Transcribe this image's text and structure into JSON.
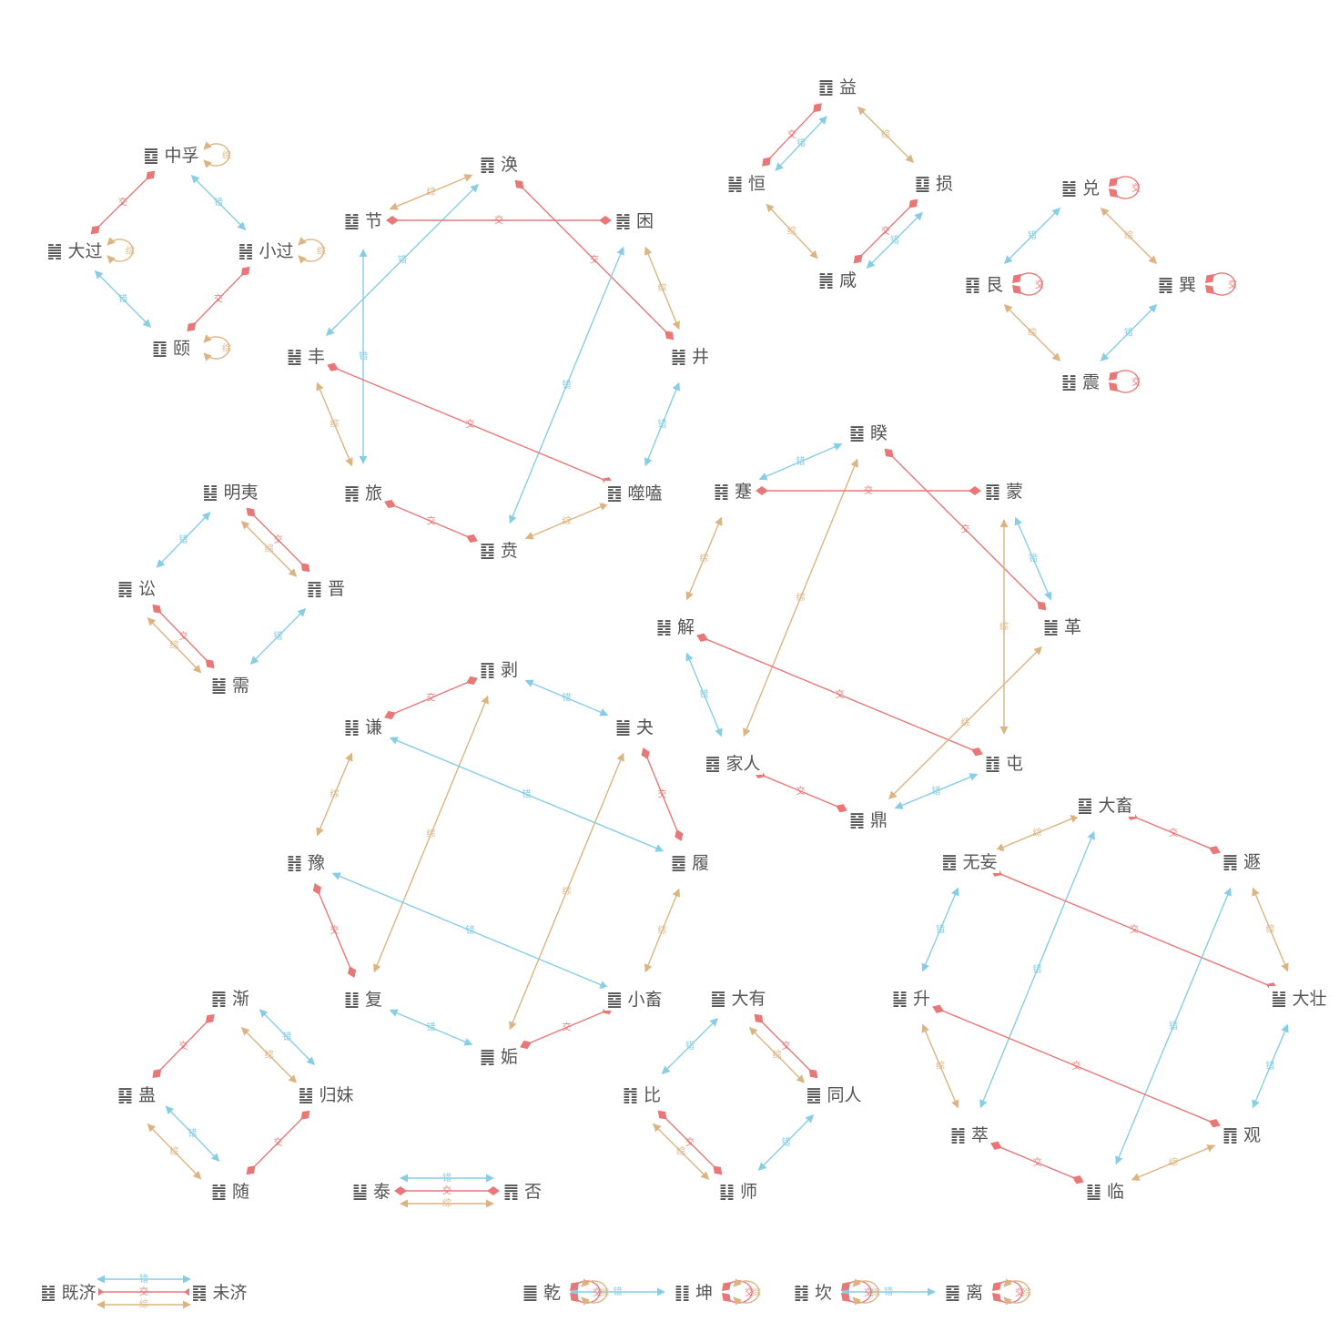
{
  "colors": {
    "cuo": "#87cde6",
    "zong": "#dcb482",
    "jiao": "#e87878",
    "node_text": "#555555",
    "background": "#ffffff"
  },
  "relation_labels": {
    "cuo": "错",
    "zong": "综",
    "jiao": "交"
  },
  "nodes": [
    {
      "id": "zhongfu",
      "symbol": "䷼",
      "name": "中孚"
    },
    {
      "id": "daguo",
      "symbol": "䷛",
      "name": "大过"
    },
    {
      "id": "xiaoguo",
      "symbol": "䷽",
      "name": "小过"
    },
    {
      "id": "yi_jaws",
      "symbol": "䷚",
      "name": "颐"
    },
    {
      "id": "huan",
      "symbol": "䷺",
      "name": "涣"
    },
    {
      "id": "jie",
      "symbol": "䷻",
      "name": "节"
    },
    {
      "id": "kun_trap",
      "symbol": "䷮",
      "name": "困"
    },
    {
      "id": "feng",
      "symbol": "䷶",
      "name": "丰"
    },
    {
      "id": "jing",
      "symbol": "䷯",
      "name": "井"
    },
    {
      "id": "lv",
      "symbol": "䷷",
      "name": "旅"
    },
    {
      "id": "shihe",
      "symbol": "䷔",
      "name": "噬嗑"
    },
    {
      "id": "bi_grace",
      "symbol": "䷕",
      "name": "贲"
    },
    {
      "id": "yi_increase",
      "symbol": "䷩",
      "name": "益"
    },
    {
      "id": "heng",
      "symbol": "䷟",
      "name": "恒"
    },
    {
      "id": "sun",
      "symbol": "䷨",
      "name": "损"
    },
    {
      "id": "xian",
      "symbol": "䷞",
      "name": "咸"
    },
    {
      "id": "dui",
      "symbol": "䷹",
      "name": "兑"
    },
    {
      "id": "gen",
      "symbol": "䷳",
      "name": "艮"
    },
    {
      "id": "xun",
      "symbol": "䷸",
      "name": "巽"
    },
    {
      "id": "zhen",
      "symbol": "䷲",
      "name": "震"
    },
    {
      "id": "mingyi",
      "symbol": "䷣",
      "name": "明夷"
    },
    {
      "id": "song",
      "symbol": "䷅",
      "name": "讼"
    },
    {
      "id": "jin",
      "symbol": "䷢",
      "name": "晋"
    },
    {
      "id": "xu",
      "symbol": "䷄",
      "name": "需"
    },
    {
      "id": "kui",
      "symbol": "䷥",
      "name": "睽"
    },
    {
      "id": "jian_obstr",
      "symbol": "䷦",
      "name": "蹇"
    },
    {
      "id": "meng",
      "symbol": "䷃",
      "name": "蒙"
    },
    {
      "id": "xie",
      "symbol": "䷧",
      "name": "解"
    },
    {
      "id": "ge",
      "symbol": "䷰",
      "name": "革"
    },
    {
      "id": "jiaren",
      "symbol": "䷤",
      "name": "家人"
    },
    {
      "id": "zhun",
      "symbol": "䷂",
      "name": "屯"
    },
    {
      "id": "ding",
      "symbol": "䷱",
      "name": "鼎"
    },
    {
      "id": "bo",
      "symbol": "䷖",
      "name": "剥"
    },
    {
      "id": "qian_modest",
      "symbol": "䷎",
      "name": "谦"
    },
    {
      "id": "guai",
      "symbol": "䷪",
      "name": "夬"
    },
    {
      "id": "yu",
      "symbol": "䷏",
      "name": "豫"
    },
    {
      "id": "lu",
      "symbol": "䷉",
      "name": "履"
    },
    {
      "id": "fu",
      "symbol": "䷗",
      "name": "复"
    },
    {
      "id": "xiaoxu",
      "symbol": "䷈",
      "name": "小畜"
    },
    {
      "id": "gou",
      "symbol": "䷫",
      "name": "姤"
    },
    {
      "id": "daxu",
      "symbol": "䷙",
      "name": "大畜"
    },
    {
      "id": "wuwang",
      "symbol": "䷘",
      "name": "无妄"
    },
    {
      "id": "dun",
      "symbol": "䷠",
      "name": "遯"
    },
    {
      "id": "sheng",
      "symbol": "䷭",
      "name": "升"
    },
    {
      "id": "dazhuang",
      "symbol": "䷡",
      "name": "大壮"
    },
    {
      "id": "cui",
      "symbol": "䷬",
      "name": "萃"
    },
    {
      "id": "guan",
      "symbol": "䷓",
      "name": "观"
    },
    {
      "id": "lin",
      "symbol": "䷒",
      "name": "临"
    },
    {
      "id": "jian_gradual",
      "symbol": "䷴",
      "name": "渐"
    },
    {
      "id": "gu",
      "symbol": "䷑",
      "name": "蛊"
    },
    {
      "id": "guimei",
      "symbol": "䷵",
      "name": "归妹"
    },
    {
      "id": "sui",
      "symbol": "䷐",
      "name": "随"
    },
    {
      "id": "tai",
      "symbol": "䷊",
      "name": "泰"
    },
    {
      "id": "pi",
      "symbol": "䷋",
      "name": "否"
    },
    {
      "id": "dayou",
      "symbol": "䷍",
      "name": "大有"
    },
    {
      "id": "bi_union",
      "symbol": "䷇",
      "name": "比"
    },
    {
      "id": "tongren",
      "symbol": "䷌",
      "name": "同人"
    },
    {
      "id": "shi",
      "symbol": "䷆",
      "name": "师"
    },
    {
      "id": "jiji",
      "symbol": "䷾",
      "name": "既济"
    },
    {
      "id": "weiji",
      "symbol": "䷿",
      "name": "未济"
    },
    {
      "id": "qian_heaven",
      "symbol": "䷀",
      "name": "乾"
    },
    {
      "id": "kun_earth",
      "symbol": "䷁",
      "name": "坤"
    },
    {
      "id": "kan",
      "symbol": "䷜",
      "name": "坎"
    },
    {
      "id": "li",
      "symbol": "䷝",
      "name": "离"
    }
  ],
  "edges": [
    {
      "from": "zhongfu",
      "to": "daguo",
      "type": "jiao"
    },
    {
      "from": "zhongfu",
      "to": "xiaoguo",
      "type": "cuo"
    },
    {
      "from": "daguo",
      "to": "yi_jaws",
      "type": "cuo"
    },
    {
      "from": "xiaoguo",
      "to": "yi_jaws",
      "type": "jiao"
    },
    {
      "from": "huan",
      "to": "jie",
      "type": "zong"
    },
    {
      "from": "huan",
      "to": "feng",
      "type": "cuo"
    },
    {
      "from": "huan",
      "to": "jing",
      "type": "jiao"
    },
    {
      "from": "jie",
      "to": "kun_trap",
      "type": "jiao"
    },
    {
      "from": "jie",
      "to": "lv",
      "type": "cuo"
    },
    {
      "from": "kun_trap",
      "to": "jing",
      "type": "zong"
    },
    {
      "from": "kun_trap",
      "to": "bi_grace",
      "type": "cuo"
    },
    {
      "from": "feng",
      "to": "lv",
      "type": "zong"
    },
    {
      "from": "feng",
      "to": "shihe",
      "type": "jiao"
    },
    {
      "from": "jing",
      "to": "shihe",
      "type": "cuo"
    },
    {
      "from": "lv",
      "to": "bi_grace",
      "type": "jiao"
    },
    {
      "from": "shihe",
      "to": "bi_grace",
      "type": "zong"
    },
    {
      "from": "yi_increase",
      "to": "heng",
      "type": "cuo"
    },
    {
      "from": "yi_increase",
      "to": "heng",
      "type": "jiao"
    },
    {
      "from": "yi_increase",
      "to": "sun",
      "type": "zong"
    },
    {
      "from": "heng",
      "to": "xian",
      "type": "zong"
    },
    {
      "from": "sun",
      "to": "xian",
      "type": "cuo"
    },
    {
      "from": "sun",
      "to": "xian",
      "type": "jiao"
    },
    {
      "from": "dui",
      "to": "gen",
      "type": "cuo"
    },
    {
      "from": "dui",
      "to": "xun",
      "type": "zong"
    },
    {
      "from": "gen",
      "to": "zhen",
      "type": "zong"
    },
    {
      "from": "xun",
      "to": "zhen",
      "type": "cuo"
    },
    {
      "from": "mingyi",
      "to": "song",
      "type": "cuo"
    },
    {
      "from": "mingyi",
      "to": "jin",
      "type": "zong"
    },
    {
      "from": "mingyi",
      "to": "jin",
      "type": "jiao"
    },
    {
      "from": "song",
      "to": "xu",
      "type": "zong"
    },
    {
      "from": "song",
      "to": "xu",
      "type": "jiao"
    },
    {
      "from": "jin",
      "to": "xu",
      "type": "cuo"
    },
    {
      "from": "kui",
      "to": "jian_obstr",
      "type": "cuo"
    },
    {
      "from": "kui",
      "to": "ge",
      "type": "jiao"
    },
    {
      "from": "kui",
      "to": "jiaren",
      "type": "zong"
    },
    {
      "from": "jian_obstr",
      "to": "meng",
      "type": "jiao"
    },
    {
      "from": "jian_obstr",
      "to": "xie",
      "type": "zong"
    },
    {
      "from": "meng",
      "to": "ge",
      "type": "cuo"
    },
    {
      "from": "meng",
      "to": "zhun",
      "type": "zong"
    },
    {
      "from": "xie",
      "to": "jiaren",
      "type": "cuo"
    },
    {
      "from": "xie",
      "to": "zhun",
      "type": "jiao"
    },
    {
      "from": "ge",
      "to": "ding",
      "type": "zong"
    },
    {
      "from": "jiaren",
      "to": "ding",
      "type": "jiao"
    },
    {
      "from": "zhun",
      "to": "ding",
      "type": "cuo"
    },
    {
      "from": "bo",
      "to": "qian_modest",
      "type": "jiao"
    },
    {
      "from": "bo",
      "to": "guai",
      "type": "cuo"
    },
    {
      "from": "bo",
      "to": "fu",
      "type": "zong"
    },
    {
      "from": "qian_modest",
      "to": "yu",
      "type": "zong"
    },
    {
      "from": "qian_modest",
      "to": "lu",
      "type": "cuo"
    },
    {
      "from": "guai",
      "to": "lu",
      "type": "jiao"
    },
    {
      "from": "guai",
      "to": "gou",
      "type": "zong"
    },
    {
      "from": "yu",
      "to": "fu",
      "type": "jiao"
    },
    {
      "from": "yu",
      "to": "xiaoxu",
      "type": "cuo"
    },
    {
      "from": "lu",
      "to": "xiaoxu",
      "type": "zong"
    },
    {
      "from": "fu",
      "to": "gou",
      "type": "cuo"
    },
    {
      "from": "xiaoxu",
      "to": "gou",
      "type": "jiao"
    },
    {
      "from": "daxu",
      "to": "wuwang",
      "type": "zong"
    },
    {
      "from": "daxu",
      "to": "dun",
      "type": "jiao"
    },
    {
      "from": "daxu",
      "to": "cui",
      "type": "cuo"
    },
    {
      "from": "wuwang",
      "to": "sheng",
      "type": "cuo"
    },
    {
      "from": "wuwang",
      "to": "dazhuang",
      "type": "jiao"
    },
    {
      "from": "dun",
      "to": "dazhuang",
      "type": "zong"
    },
    {
      "from": "dun",
      "to": "lin",
      "type": "cuo"
    },
    {
      "from": "sheng",
      "to": "cui",
      "type": "zong"
    },
    {
      "from": "sheng",
      "to": "guan",
      "type": "jiao"
    },
    {
      "from": "dazhuang",
      "to": "guan",
      "type": "cuo"
    },
    {
      "from": "cui",
      "to": "lin",
      "type": "jiao"
    },
    {
      "from": "guan",
      "to": "lin",
      "type": "zong"
    },
    {
      "from": "jian_gradual",
      "to": "gu",
      "type": "jiao"
    },
    {
      "from": "jian_gradual",
      "to": "guimei",
      "type": "cuo"
    },
    {
      "from": "jian_gradual",
      "to": "guimei",
      "type": "zong"
    },
    {
      "from": "gu",
      "to": "sui",
      "type": "zong"
    },
    {
      "from": "gu",
      "to": "sui",
      "type": "cuo"
    },
    {
      "from": "guimei",
      "to": "sui",
      "type": "jiao"
    },
    {
      "from": "tai",
      "to": "pi",
      "type": "zong"
    },
    {
      "from": "tai",
      "to": "pi",
      "type": "jiao"
    },
    {
      "from": "tai",
      "to": "pi",
      "type": "cuo"
    },
    {
      "from": "dayou",
      "to": "bi_union",
      "type": "cuo"
    },
    {
      "from": "dayou",
      "to": "tongren",
      "type": "zong"
    },
    {
      "from": "dayou",
      "to": "tongren",
      "type": "jiao"
    },
    {
      "from": "bi_union",
      "to": "shi",
      "type": "zong"
    },
    {
      "from": "bi_union",
      "to": "shi",
      "type": "jiao"
    },
    {
      "from": "tongren",
      "to": "shi",
      "type": "cuo"
    },
    {
      "from": "jiji",
      "to": "weiji",
      "type": "zong"
    },
    {
      "from": "jiji",
      "to": "weiji",
      "type": "jiao"
    },
    {
      "from": "jiji",
      "to": "weiji",
      "type": "cuo"
    },
    {
      "from": "qian_heaven",
      "to": "kun_earth",
      "type": "cuo"
    },
    {
      "from": "kan",
      "to": "li",
      "type": "cuo"
    }
  ],
  "self_loops": [
    {
      "node": "zhongfu",
      "types": [
        "zong"
      ]
    },
    {
      "node": "daguo",
      "types": [
        "zong"
      ]
    },
    {
      "node": "xiaoguo",
      "types": [
        "zong"
      ]
    },
    {
      "node": "yi_jaws",
      "types": [
        "zong"
      ]
    },
    {
      "node": "dui",
      "types": [
        "jiao"
      ]
    },
    {
      "node": "gen",
      "types": [
        "jiao"
      ]
    },
    {
      "node": "xun",
      "types": [
        "jiao"
      ]
    },
    {
      "node": "zhen",
      "types": [
        "jiao"
      ]
    },
    {
      "node": "qian_heaven",
      "types": [
        "jiao",
        "zong"
      ]
    },
    {
      "node": "kun_earth",
      "types": [
        "jiao",
        "zong"
      ]
    },
    {
      "node": "kan",
      "types": [
        "jiao",
        "zong"
      ]
    },
    {
      "node": "li",
      "types": [
        "jiao",
        "zong"
      ]
    }
  ]
}
